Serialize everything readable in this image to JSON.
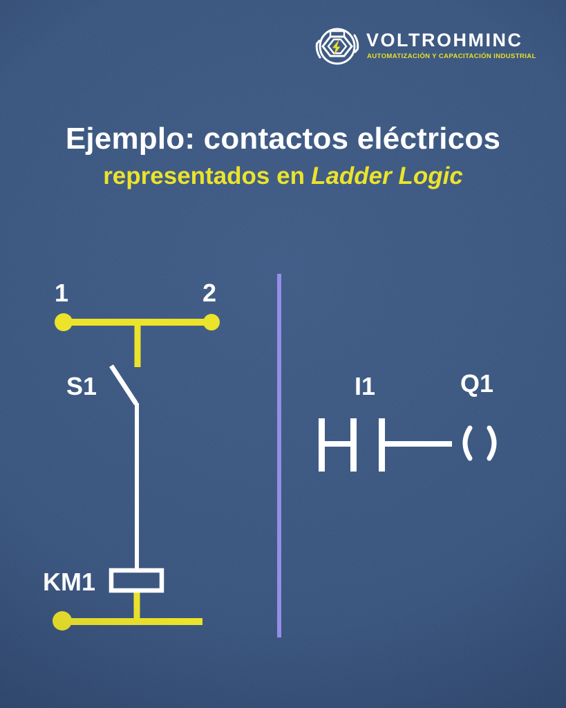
{
  "colors": {
    "background_blue": "#2e4c78",
    "accent_yellow": "#ece32b",
    "divider_purple": "#948fe8",
    "line_white": "#ffffff"
  },
  "logo": {
    "brand": "VOLTROHMINC",
    "tagline": "AUTOMATIZACIÓN Y CAPACITACIÓN INDUSTRIAL",
    "icon": "circuit-ring-hexagon-lightning-icon"
  },
  "title": {
    "line1": "Ejemplo: contactos eléctricos",
    "line2_prefix": "representados en",
    "line2_italic": "Ladder Logic"
  },
  "diagram": {
    "schematic": {
      "terminal_1": "1",
      "terminal_2": "2",
      "switch_label": "S1",
      "coil_label": "KM1",
      "symbols": [
        "terminal-dot",
        "top-rail",
        "knife-switch-blade",
        "relay-coil-box",
        "bottom-rail",
        "terminal-dot"
      ]
    },
    "ladder": {
      "contact_label": "I1",
      "coil_label": "Q1",
      "contact_symbol": "-| |- normally open contact",
      "coil_symbol": "( ) output coil"
    }
  }
}
